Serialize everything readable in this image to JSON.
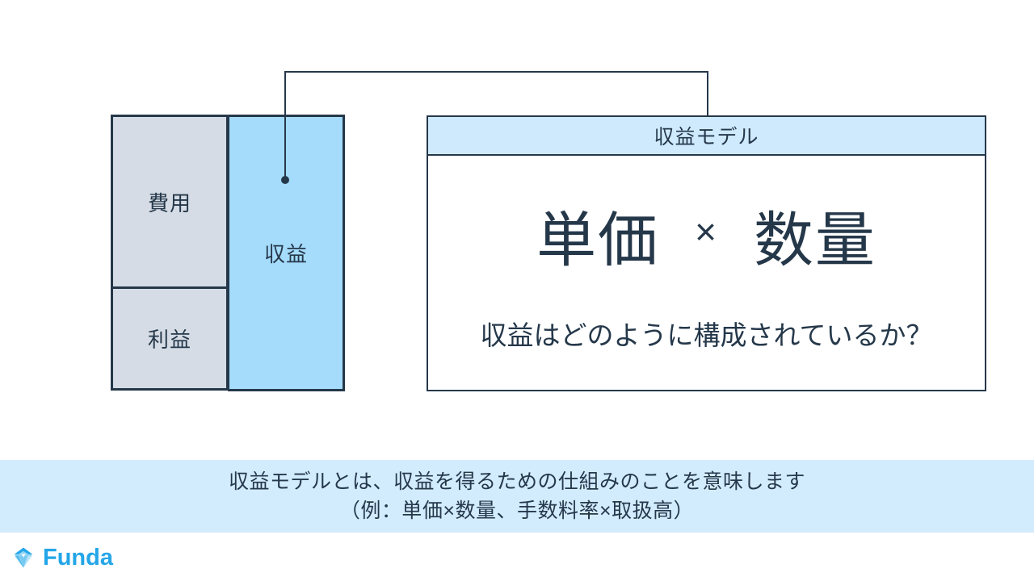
{
  "slide": {
    "bar_chart": {
      "left_column": [
        {
          "label": "費用"
        },
        {
          "label": "利益"
        }
      ],
      "right_column": {
        "label": "収益"
      }
    },
    "connector": {
      "name": "revenue-to-model-connector"
    },
    "panel": {
      "header_title": "収益モデル",
      "formula": {
        "left_term": "単価",
        "operator": "×",
        "right_term": "数量"
      },
      "subtitle": "収益はどのように構成されているか？"
    },
    "caption": {
      "line1": "収益モデルとは、収益を得るための仕組みのことを意味します",
      "line2": "（例：単価×数量、手数料率×取扱高）"
    },
    "footer": {
      "brand": "Funda"
    },
    "colors": {
      "ink": "#25384a",
      "revenue_fill": "#a5dcfc",
      "cost_fill": "#d5dce5",
      "header_fill": "#cfeafd",
      "caption_fill": "#d2ecfd",
      "brand_blue": "#24a6e8"
    }
  }
}
